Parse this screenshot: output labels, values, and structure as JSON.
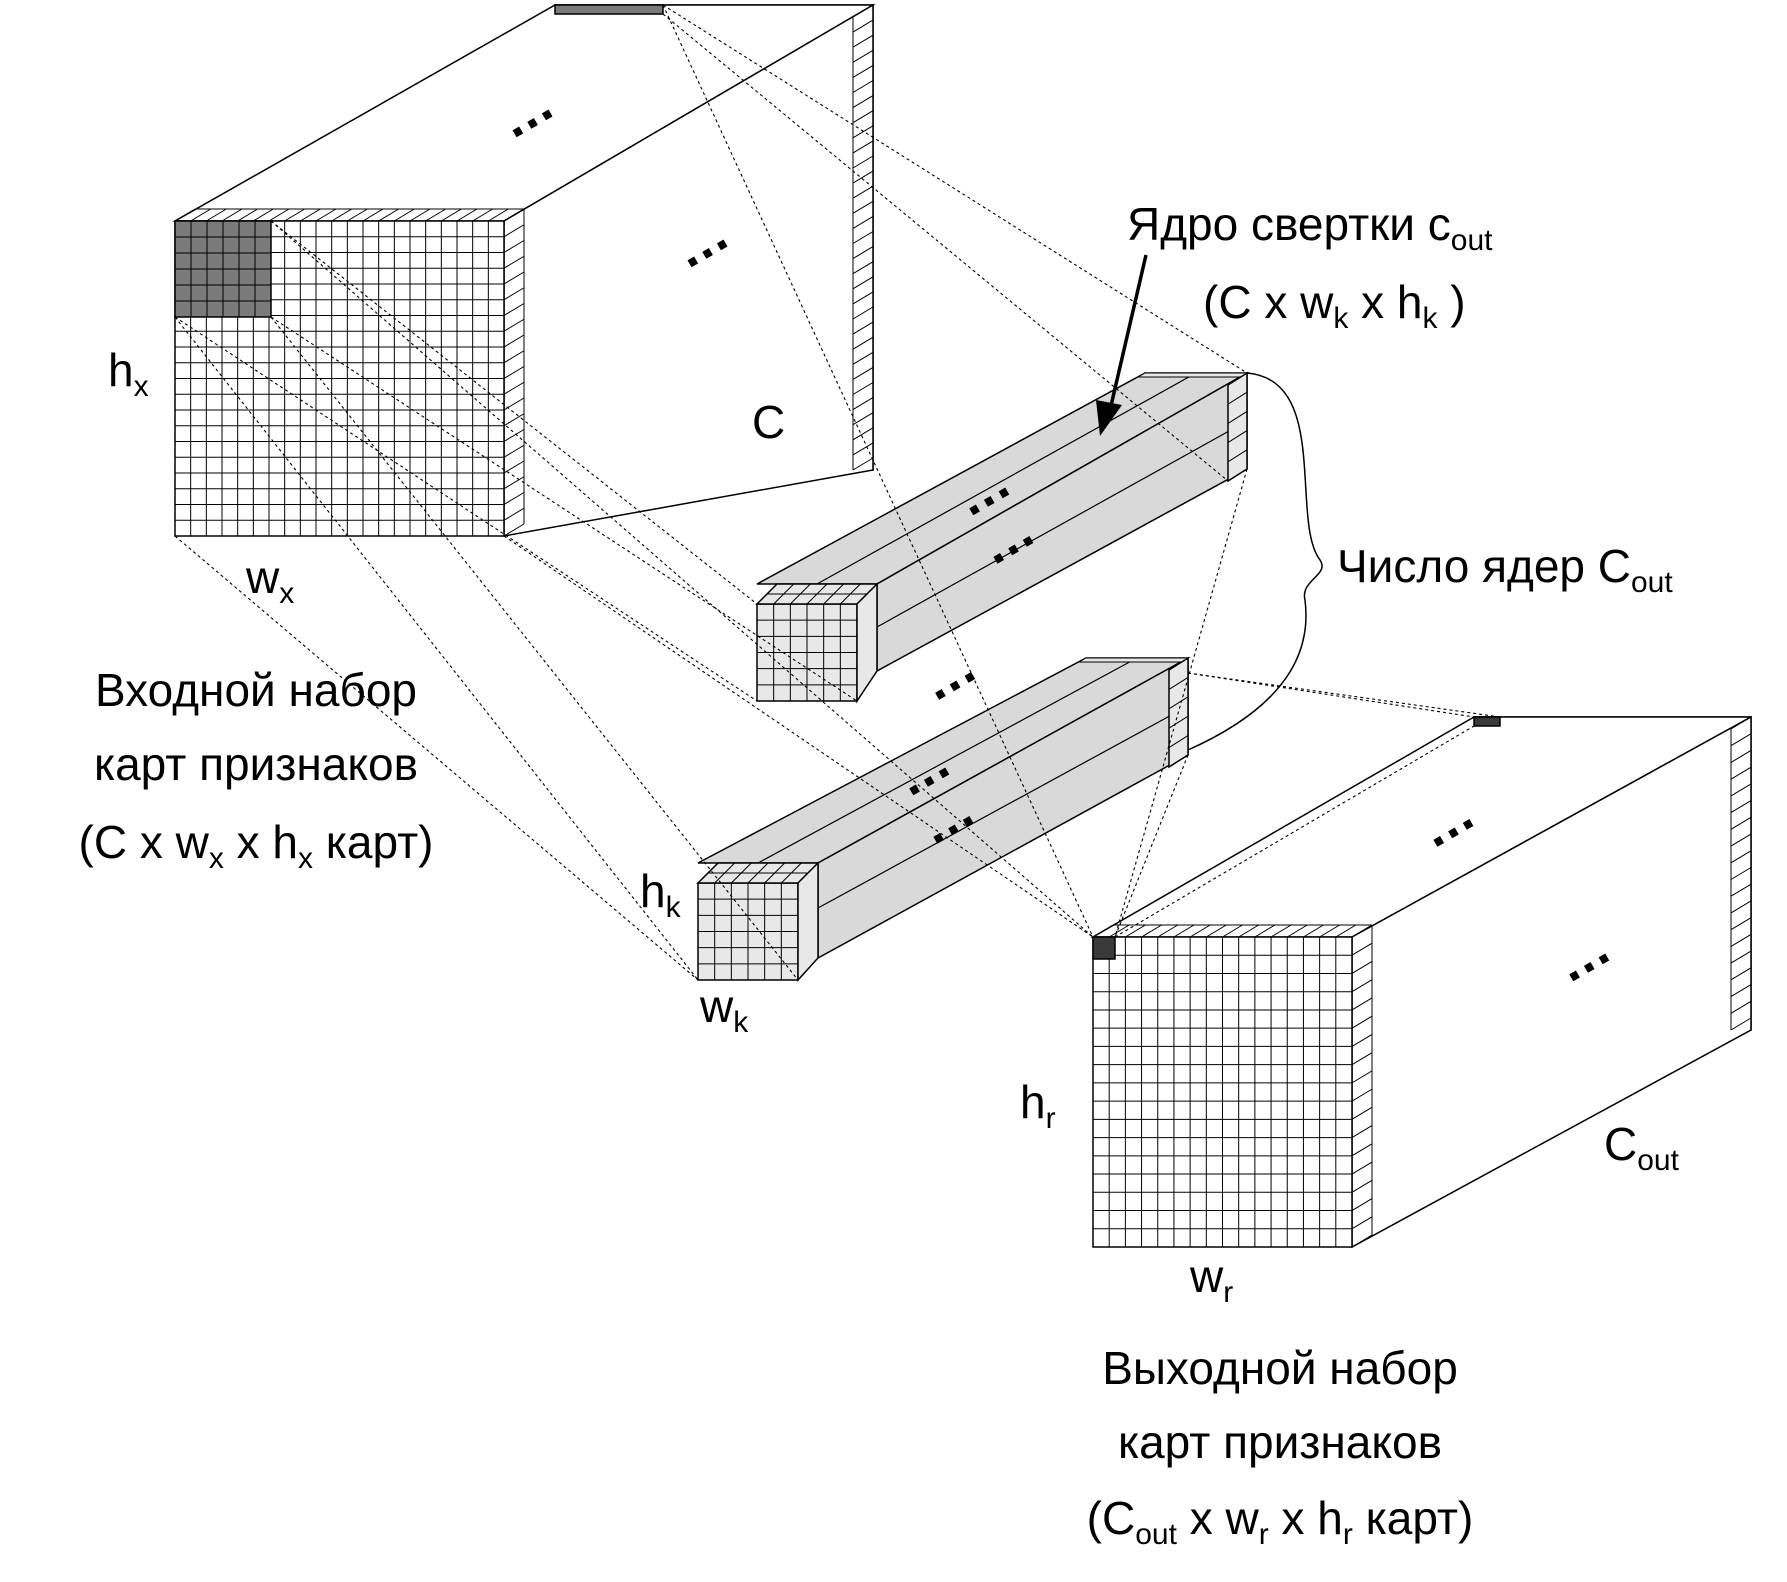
{
  "labels": {
    "hx_base": "h",
    "hx_sub": "x",
    "wx_base": "w",
    "wx_sub": "x",
    "c": "C",
    "hk_base": "h",
    "hk_sub": "k",
    "wk_base": "w",
    "wk_sub": "k",
    "hr_base": "h",
    "hr_sub": "r",
    "wr_base": "w",
    "wr_sub": "r",
    "cout_base": "C",
    "cout_sub": "out"
  },
  "kernel": {
    "line1_text": "Ядро свертки c",
    "line1_sub": "out",
    "line2_p1": "(C x w",
    "line2_s1": "k",
    "line2_p2": " x h",
    "line2_s2": "k",
    "line2_p3": " )"
  },
  "count": {
    "text": "Число ядер C",
    "sub": "out"
  },
  "input_caption": {
    "line1": "Входной набор",
    "line2": "карт признаков",
    "line3_p1": "(C x w",
    "line3_s1": "x",
    "line3_p2": " x h",
    "line3_s2": "x",
    "line3_p3": "  карт)"
  },
  "output_caption": {
    "line1": "Выходной набор",
    "line2": "карт признаков",
    "line3_p1": "(C",
    "line3_s1": "out",
    "line3_p2": " x w",
    "line3_s2": "r",
    "line3_p3": " x h",
    "line3_s3": "r",
    "line3_p4": " карт)"
  },
  "ellipsis": "...",
  "colors": {
    "stroke": "#000000",
    "kernel_fill": "#d9d9d9",
    "highlight_dark": "#7a7a7a",
    "highlight_output": "#3a3a3a"
  }
}
